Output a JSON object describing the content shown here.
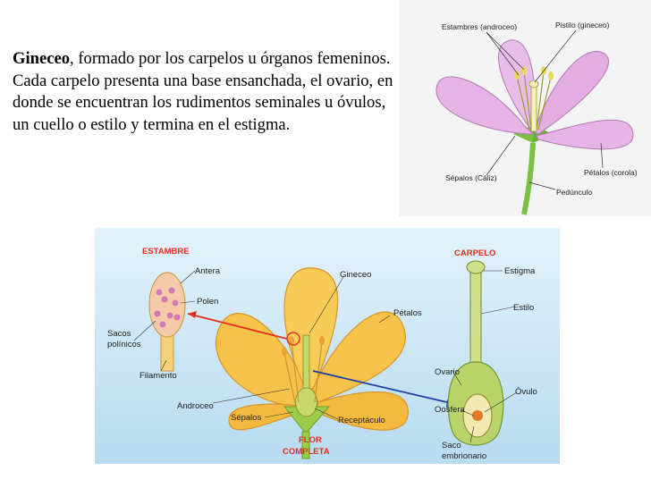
{
  "text": {
    "term": "Gineceo",
    "body": ", formado por los carpelos u órganos femeninos. Cada carpelo presenta una base ensanchada, el ovario, en donde se encuentran los rudimentos seminales u óvulos, un cuello o estilo y termina en el estigma."
  },
  "figure1": {
    "labels": {
      "estambres": "Estambres (androceo)",
      "pistilo": "Pistilo (gineceo)",
      "petalos": "Pétalos (corola)",
      "sepalos": "Sépalos (Cáliz)",
      "pedunculo": "Pedúnculo"
    }
  },
  "figure2": {
    "headings": {
      "estambre": "ESTAMBRE",
      "carpelo": "CARPELO",
      "flor": "FLOR",
      "completa": "COMPLETA"
    },
    "labels": {
      "antera": "Antera",
      "polen": "Polen",
      "sacos1": "Sacos",
      "sacos2": "polínicos",
      "filamento": "Filamento",
      "gineceo": "Gineceo",
      "petalos": "Pétalos",
      "androceo": "Androceo",
      "sepalos": "Sépalos",
      "receptaculo": "Receptáculo",
      "estigma": "Estigma",
      "estilo": "Estilo",
      "ovario": "Ovario",
      "ovulo": "Óvulo",
      "oosfera": "Oosfera",
      "saco1": "Saco",
      "saco2": "embrionario"
    }
  },
  "colors": {
    "heading_red": "#e0301e",
    "petal_pink": "#e6b4e6",
    "petal_yellow": "#f7c24a"
  }
}
